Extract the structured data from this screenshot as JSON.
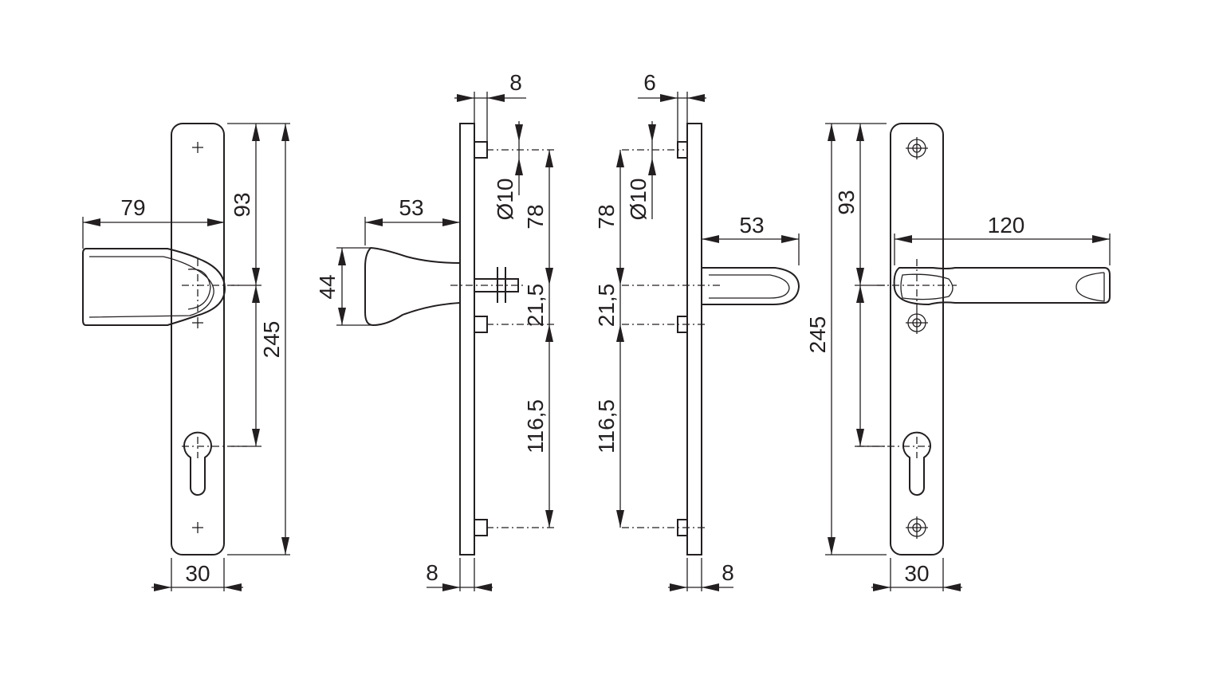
{
  "colors": {
    "line": "#231f20",
    "background": "#ffffff"
  },
  "views": {
    "inside_front": {
      "projection": "79",
      "top_to_spindle": "93",
      "total_height": "245",
      "width": "30"
    },
    "inside_side": {
      "pin_offset": "8",
      "projection": "53",
      "grip_height": "44",
      "pin_diameter": "Ø10",
      "top_pin_to_spindle": "78",
      "spindle_to_pin": "21,5",
      "pin_to_bottom_pin": "116,5",
      "plate_thickness": "8"
    },
    "outside_side": {
      "pin_offset": "6",
      "pin_diameter": "Ø10",
      "top_pin_to_spindle": "78",
      "projection": "53",
      "spindle_to_pin": "21,5",
      "pin_to_bottom_pin": "116,5",
      "plate_thickness": "8"
    },
    "outside_front": {
      "top_to_spindle": "93",
      "total_height": "245",
      "lever_length": "120",
      "width": "30"
    }
  }
}
